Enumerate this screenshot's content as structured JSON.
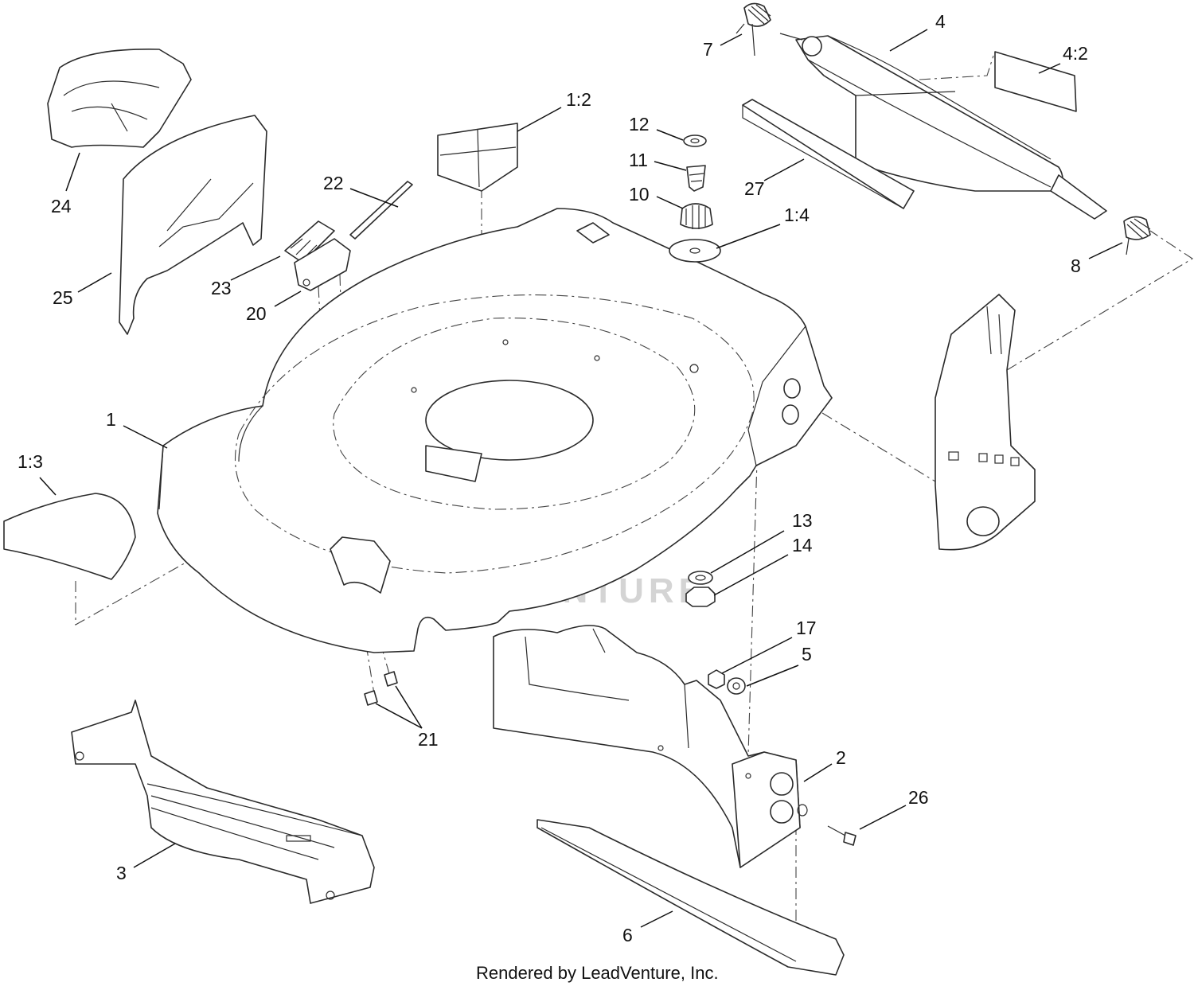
{
  "diagram": {
    "callouts": [
      {
        "id": "c-1",
        "text": "1"
      },
      {
        "id": "c-1-2",
        "text": "1:2"
      },
      {
        "id": "c-1-3",
        "text": "1:3"
      },
      {
        "id": "c-1-4",
        "text": "1:4"
      },
      {
        "id": "c-2",
        "text": "2"
      },
      {
        "id": "c-3",
        "text": "3"
      },
      {
        "id": "c-4",
        "text": "4"
      },
      {
        "id": "c-4-2",
        "text": "4:2"
      },
      {
        "id": "c-5",
        "text": "5"
      },
      {
        "id": "c-6",
        "text": "6"
      },
      {
        "id": "c-7",
        "text": "7"
      },
      {
        "id": "c-8",
        "text": "8"
      },
      {
        "id": "c-10",
        "text": "10"
      },
      {
        "id": "c-11",
        "text": "11"
      },
      {
        "id": "c-12",
        "text": "12"
      },
      {
        "id": "c-13",
        "text": "13"
      },
      {
        "id": "c-14",
        "text": "14"
      },
      {
        "id": "c-17",
        "text": "17"
      },
      {
        "id": "c-20",
        "text": "20"
      },
      {
        "id": "c-21",
        "text": "21"
      },
      {
        "id": "c-22",
        "text": "22"
      },
      {
        "id": "c-23",
        "text": "23"
      },
      {
        "id": "c-24",
        "text": "24"
      },
      {
        "id": "c-25",
        "text": "25"
      },
      {
        "id": "c-26",
        "text": "26"
      },
      {
        "id": "c-27",
        "text": "27"
      }
    ],
    "watermark": "LEADVENTURE",
    "credit": "Rendered by LeadVenture, Inc."
  },
  "colors": {
    "line": "#2b2b2b",
    "watermark": "#d4d4d4",
    "background": "#ffffff"
  }
}
